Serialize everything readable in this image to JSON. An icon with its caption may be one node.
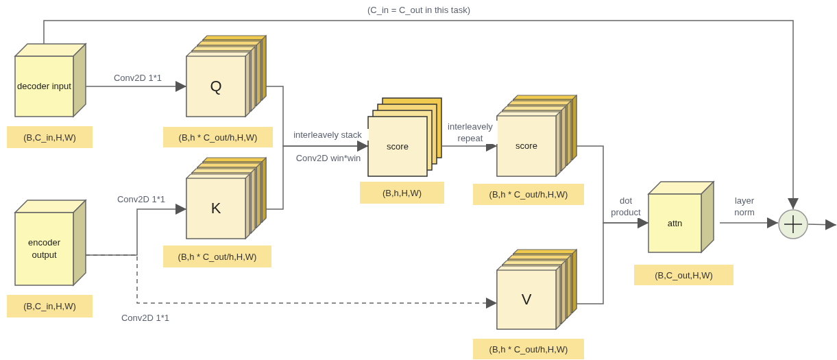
{
  "diagram": {
    "nodes": [
      {
        "text": [
          "decoder input"
        ],
        "beside": [
          "(B,C_in,H,W)"
        ]
      },
      {
        "text": [
          "Q"
        ],
        "beside": [
          "(B,h * C_out/h,H,W)"
        ]
      },
      {
        "text": [
          "encoder output"
        ],
        "beside": [
          "(B,C_in,H,W)"
        ]
      },
      {
        "text": [
          "K"
        ],
        "beside": [
          "(B,h * C_out/h,H,W)"
        ]
      },
      {
        "text": [
          "score"
        ],
        "beside": [
          "(B,h,H,W)"
        ]
      },
      {
        "text": [
          "score"
        ],
        "beside": [
          "(B,h * C_out/h,H,W)"
        ]
      },
      {
        "text": [
          "V"
        ],
        "beside": [
          "(B,h * C_out/h,H,W)"
        ]
      },
      {
        "text": [
          "attn"
        ],
        "beside": [
          "(B,C_out,H,W)"
        ]
      },
      {
        "text": [],
        "shape": "circle"
      }
    ],
    "edges": [
      {
        "from": 0,
        "to": 1,
        "arrow": "to",
        "label": "Conv2D 1*1"
      },
      {
        "from": 2,
        "to": 3,
        "arrow": "to",
        "label": "Conv2D 1*1"
      },
      {
        "from": 2,
        "to": 6,
        "arrow": "to",
        "label": "Conv2D 1*1",
        "style": "dashed"
      },
      {
        "from": 1,
        "to": 4,
        "arrow": "to",
        "label": "interleavely stack"
      },
      {
        "from": 3,
        "to": 4,
        "arrow": "to",
        "label": "Conv2D win*win"
      },
      {
        "from": 4,
        "to": 5,
        "arrow": "to",
        "label": "interleavely repeat"
      },
      {
        "from": 5,
        "to": 7,
        "arrow": "to",
        "label": "dot product"
      },
      {
        "from": 6,
        "to": 7,
        "arrow": "to"
      },
      {
        "from": 7,
        "to": 8,
        "arrow": "to",
        "label": "layer norm"
      },
      {
        "from": 0,
        "to": 8,
        "arrow": "to",
        "label": "(C_in = C_out in this task)"
      },
      {
        "from": 8,
        "to": null,
        "arrow": "to"
      }
    ]
  }
}
